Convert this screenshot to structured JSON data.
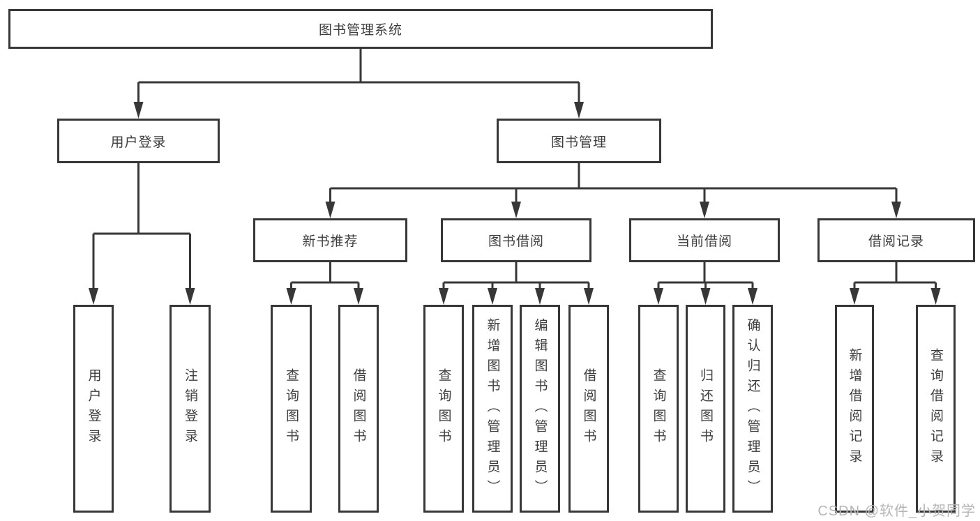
{
  "diagram": {
    "title": "图书管理系统",
    "root": {
      "label": "图书管理系统"
    },
    "level2": [
      {
        "label": "用户登录"
      },
      {
        "label": "图书管理"
      }
    ],
    "level3": [
      {
        "label": "新书推荐"
      },
      {
        "label": "图书借阅"
      },
      {
        "label": "当前借阅"
      },
      {
        "label": "借阅记录"
      }
    ],
    "leaves": {
      "user_login": [
        "用户登录",
        "注销登录"
      ],
      "new_book_recommend": [
        "查询图书",
        "借阅图书"
      ],
      "book_borrow": [
        "查询图书",
        "新增图书（管理员）",
        "编辑图书（管理员）",
        "借阅图书"
      ],
      "current_borrow": [
        "查询图书",
        "归还图书",
        "确认归还（管理员）"
      ],
      "borrow_record": [
        "新增借阅记录",
        "查询借阅记录"
      ]
    },
    "line_color": "#373737",
    "box_fill": "#ffffff",
    "text_color": "#3d3d3d"
  },
  "watermark": {
    "text": "CSDN @软件_小贺同学"
  }
}
